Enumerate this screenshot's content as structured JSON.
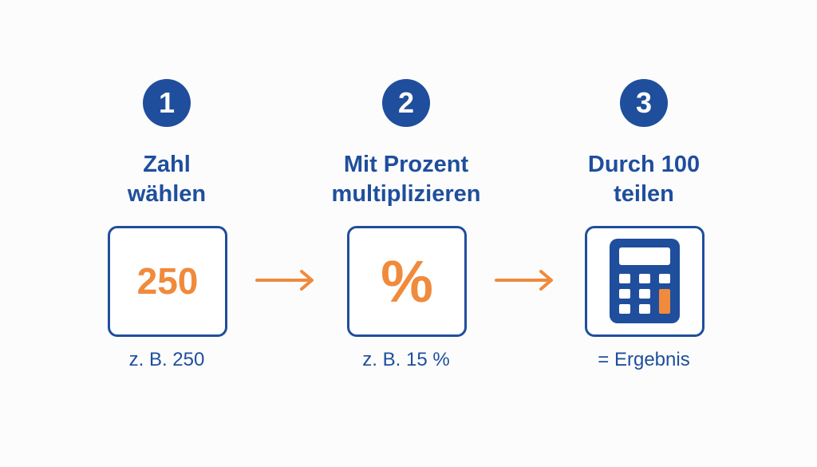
{
  "steps": [
    {
      "number": "1",
      "title_lines": [
        "Zahl",
        "wählen"
      ],
      "card_value": "250",
      "caption": "z. B. 250"
    },
    {
      "number": "2",
      "title_lines": [
        "Mit Prozent",
        "multiplizieren"
      ],
      "card_value": "%",
      "caption": "z. B. 15 %"
    },
    {
      "number": "3",
      "title_lines": [
        "Durch 100",
        "teilen"
      ],
      "card_icon": "calculator-icon",
      "caption": "= Ergebnis"
    }
  ],
  "colors": {
    "primary_blue": "#1f4e9c",
    "accent_orange": "#f08a3c",
    "background": "#fcfcfd"
  }
}
